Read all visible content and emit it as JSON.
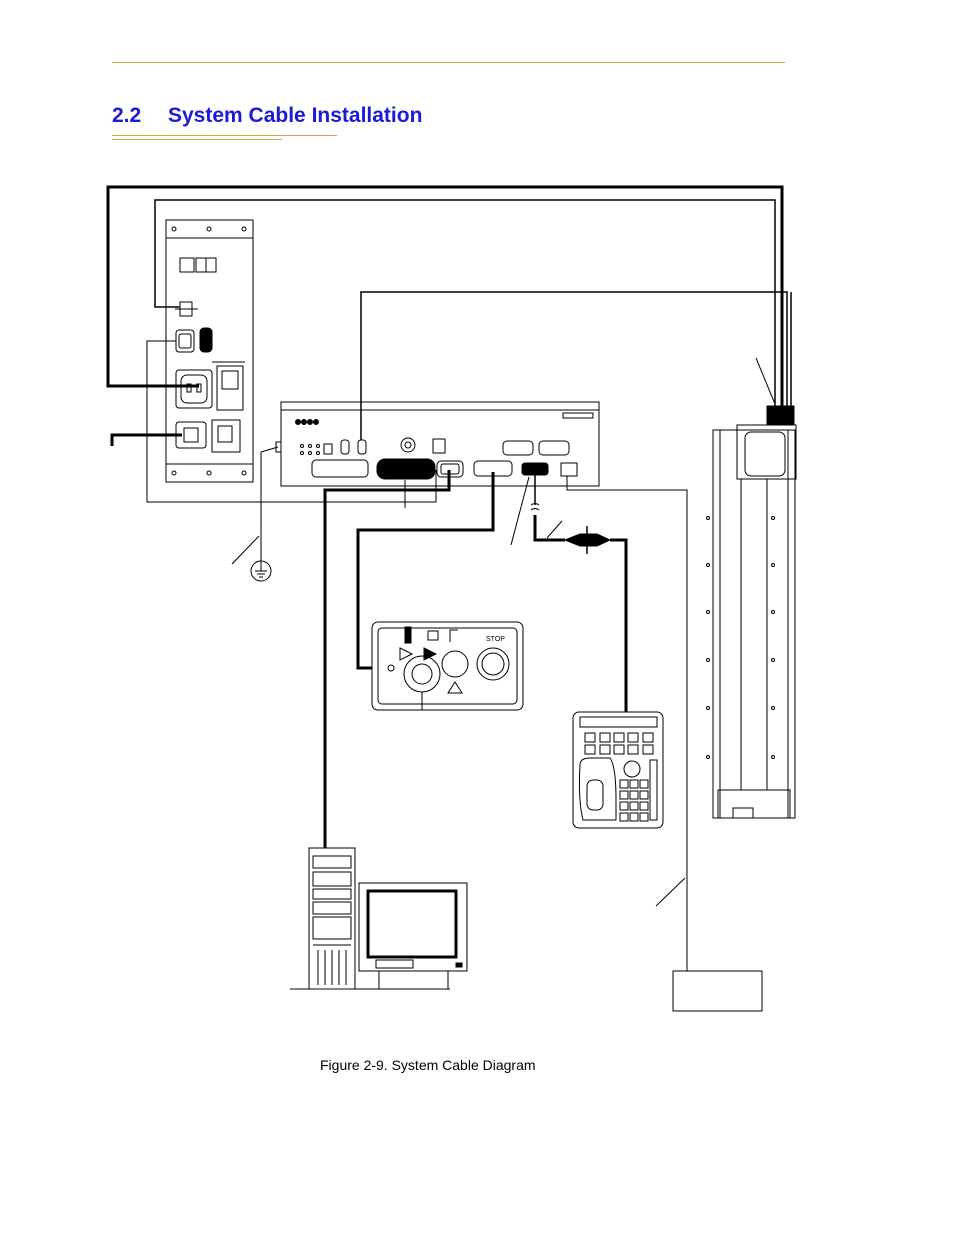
{
  "header": {
    "section_number": "2.2",
    "section_title": "System Cable Installation"
  },
  "figure": {
    "caption": "Figure 2-9. System Cable Diagram",
    "stop_label": "STOP"
  },
  "colors": {
    "heading": "#1a1ad8",
    "rule": "#c8a84a",
    "line": "#000000"
  }
}
